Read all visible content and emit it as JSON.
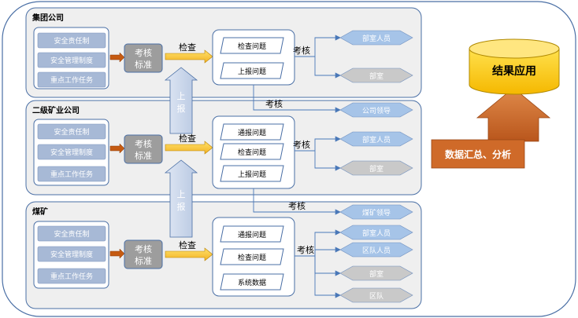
{
  "sections": [
    {
      "title": "集团公司",
      "std_items": [
        "安全责任制",
        "安全管理制度",
        "重点工作任务"
      ],
      "assess_label": [
        "考核",
        "标准"
      ],
      "check_label": "检查",
      "problems": [
        "检查问题",
        "上报问题"
      ],
      "kaohe_label": "考核",
      "targets": [
        "部室人员",
        "部室"
      ]
    },
    {
      "title": "二级矿业公司",
      "std_items": [
        "安全责任制",
        "安全管理制度",
        "重点工作任务"
      ],
      "assess_label": [
        "考核",
        "标准"
      ],
      "check_label": "检查",
      "problems": [
        "通报问题",
        "检查问题",
        "上报问题"
      ],
      "kaohe_label": "考核",
      "targets": [
        "部室人员",
        "部室"
      ]
    },
    {
      "title": "煤矿",
      "std_items": [
        "安全责任制",
        "安全管理制度",
        "重点工作任务"
      ],
      "assess_label": [
        "考核",
        "标准"
      ],
      "check_label": "检查",
      "problems": [
        "通报问题",
        "检查问题",
        "系统数据"
      ],
      "kaohe_label": "考核",
      "targets": [
        "部室人员",
        "区队人员",
        "部室",
        "区队"
      ]
    }
  ],
  "cross_links": [
    {
      "label": "考核",
      "target": "公司领导"
    },
    {
      "label": "考核",
      "target": "煤矿领导"
    }
  ],
  "report_arrows": [
    [
      "上",
      "报"
    ],
    [
      "上",
      "报"
    ]
  ],
  "analysis_label": "数据汇总、分析",
  "result_label": "结果应用",
  "colors": {
    "panel": "#efefef",
    "std_item": "#a7b9d6",
    "assess": "#9d9d9d",
    "check_arrow": "#f2b325",
    "target": "#a6c4e8",
    "target_gray": "#c9c9c9",
    "report_arrow": "#cfdaec",
    "analysis_arrow": "#cf6a29",
    "result": "#ffcc00"
  }
}
